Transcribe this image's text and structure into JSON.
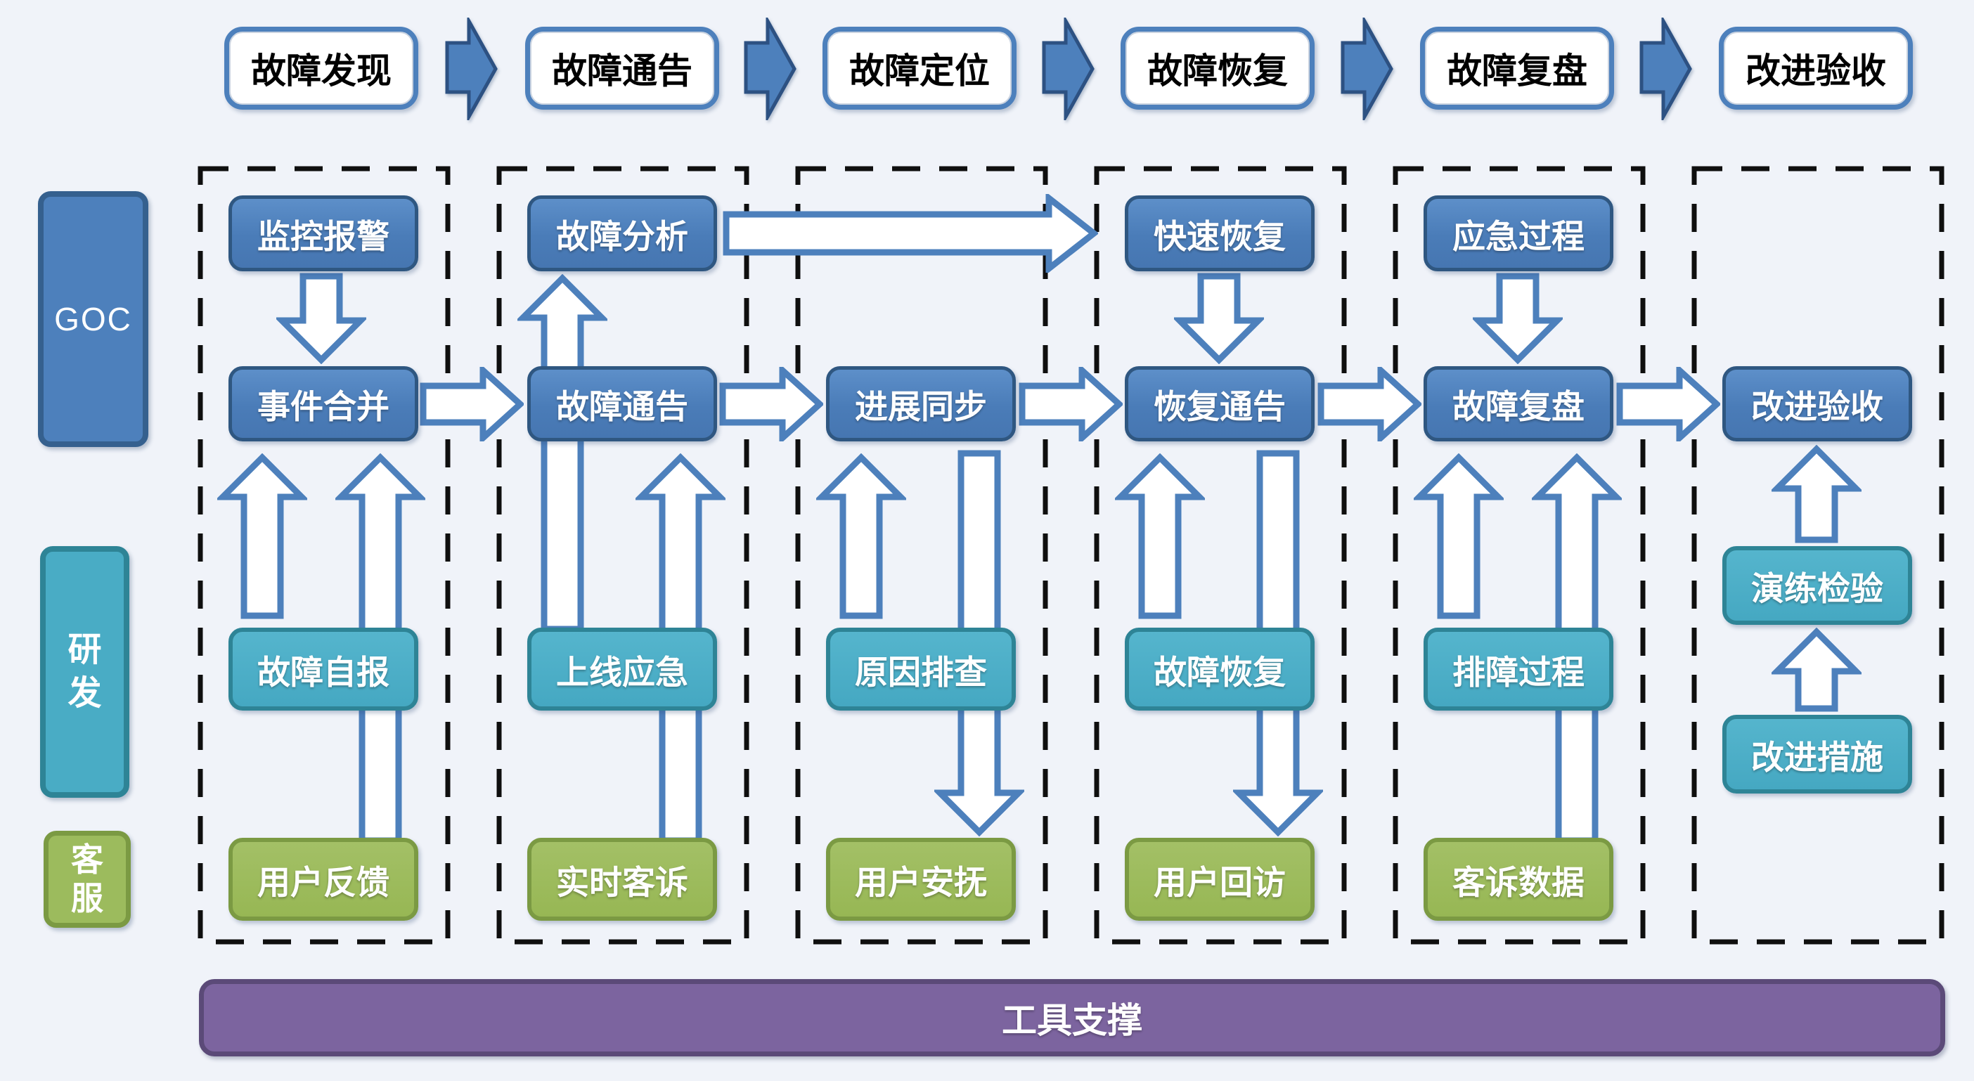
{
  "diagram": {
    "stages": [
      "故障发现",
      "故障通告",
      "故障定位",
      "故障恢复",
      "故障复盘",
      "改进验收"
    ],
    "lanes": {
      "goc": "GOC",
      "rd": "研\n发",
      "cs": "客\n服"
    },
    "columns": [
      {
        "top": "监控报警",
        "main": "事件合并",
        "rd": "故障自报",
        "cs": "用户反馈"
      },
      {
        "top": "故障分析",
        "main": "故障通告",
        "rd": "上线应急",
        "cs": "实时客诉"
      },
      {
        "main": "进展同步",
        "rd": "原因排查",
        "cs": "用户安抚"
      },
      {
        "top": "快速恢复",
        "main": "恢复通告",
        "rd": "故障恢复",
        "cs": "用户回访"
      },
      {
        "top": "应急过程",
        "main": "故障复盘",
        "rd": "排障过程",
        "cs": "客诉数据"
      },
      {
        "main": "改进验收",
        "mid": "演练检验",
        "low": "改进措施"
      }
    ],
    "footer": "工具支撑",
    "colors": {
      "blue": "#4d80bc",
      "blue-border": "#2f5781",
      "blue-dark": "#2d5182",
      "teal": "#49acc5",
      "teal-border": "#2e8496",
      "green": "#9cbb5d",
      "green-border": "#7b9a43",
      "purple": "#7c649f",
      "purple-border": "#5b4a78",
      "bg": "#f0f3f9",
      "arrow-outline": "#4d80bc"
    }
  }
}
